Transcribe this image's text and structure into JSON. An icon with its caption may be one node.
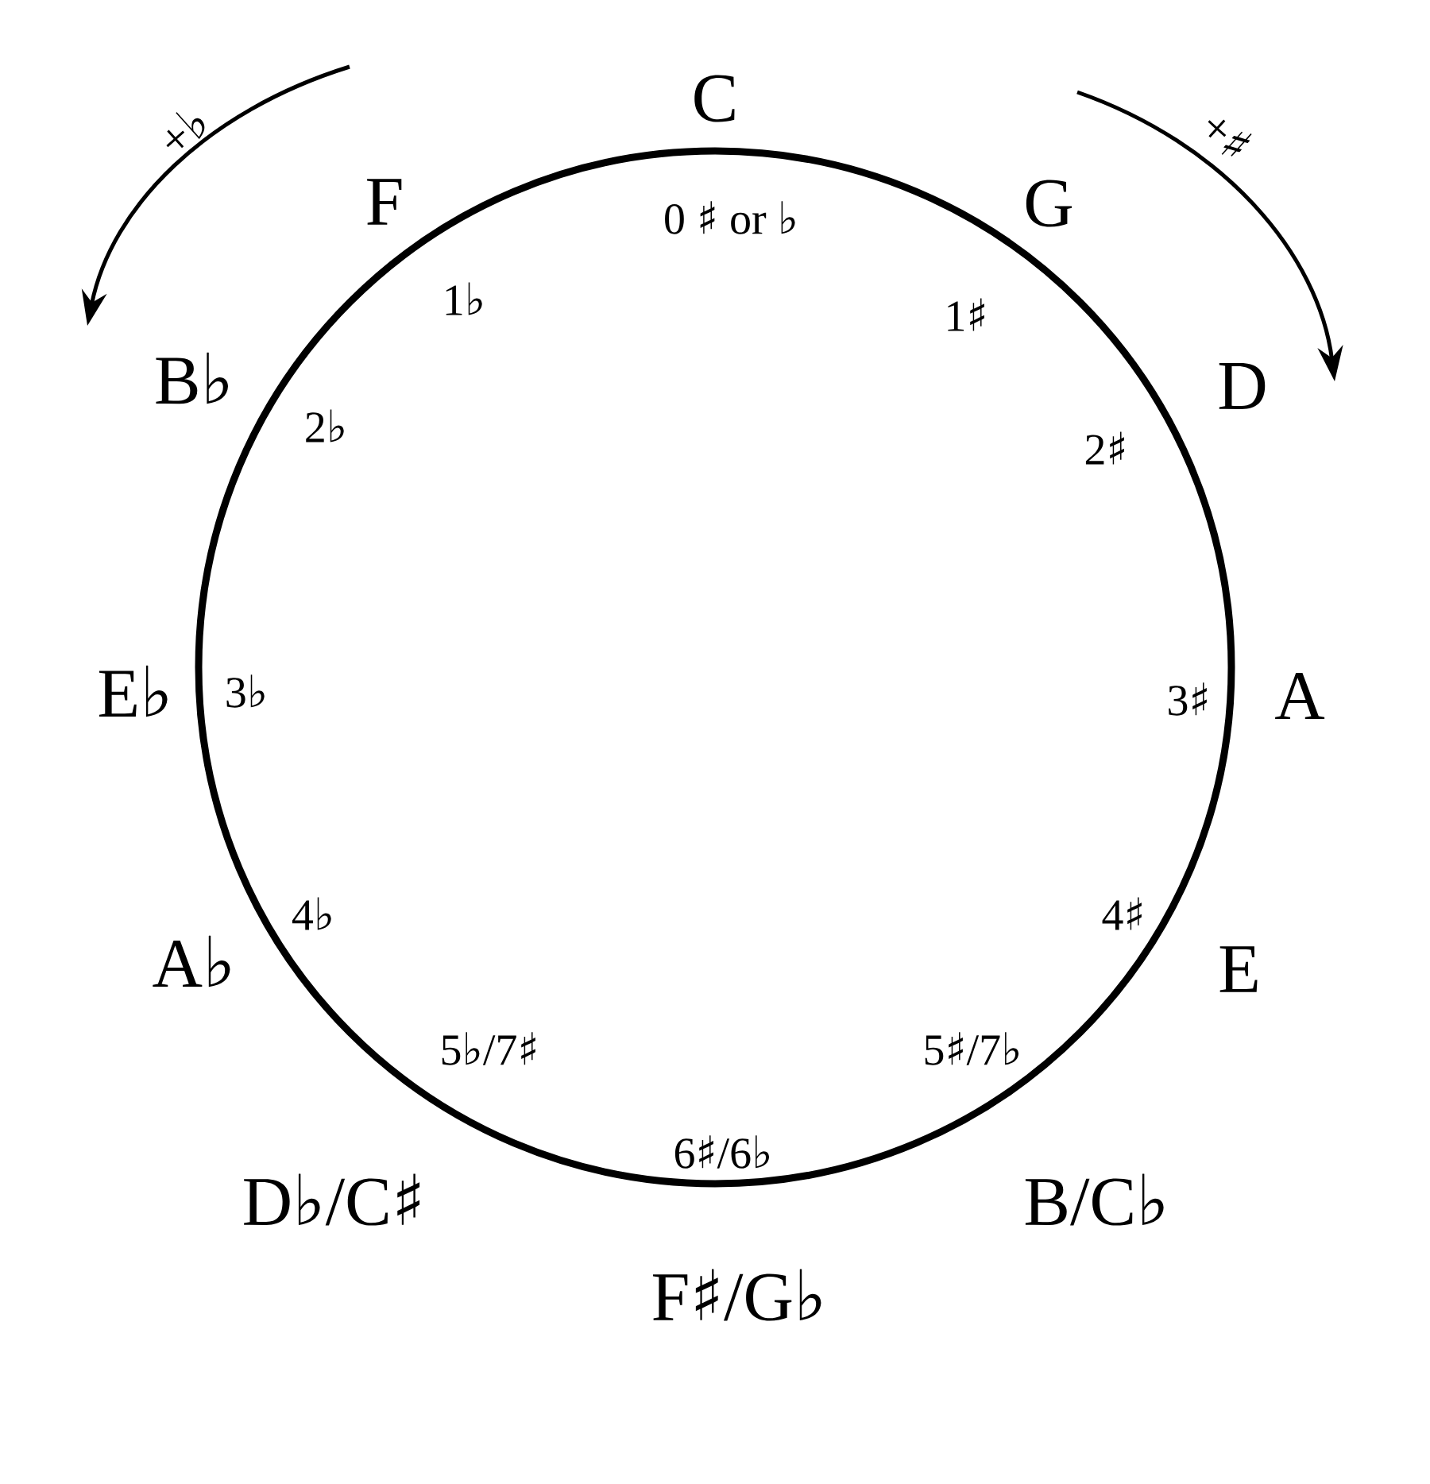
{
  "diagram": {
    "labels": [
      "C",
      "G",
      "D",
      "A",
      "E",
      "B/C♭",
      "F♯/G♭",
      "D♭/C♯",
      "A♭",
      "E♭",
      "B♭",
      "F",
      "0 ♯ or ♭",
      "1♯",
      "2♯",
      "3♯",
      "4♯",
      "5♯/7♭",
      "6♯/6♭",
      "5♭/7♯",
      "4♭",
      "3♭",
      "2♭",
      "1♭",
      "+♭",
      "+♯"
    ]
  }
}
